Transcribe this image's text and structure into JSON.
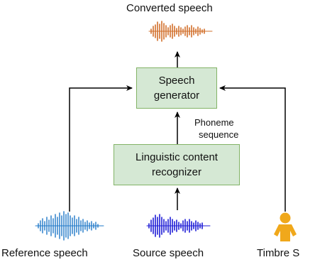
{
  "diagram": {
    "output_label": "Converted speech",
    "speech_generator": {
      "line1": "Speech",
      "line2": "generator"
    },
    "edge_label": {
      "line1": "Phoneme",
      "line2": "sequence"
    },
    "content_recognizer": {
      "line1": "Linguistic content",
      "line2": "recognizer"
    },
    "inputs": {
      "reference": "Reference speech",
      "source": "Source speech",
      "timbre": "Timbre S"
    },
    "colors": {
      "box_fill": "#d5e8d4",
      "box_border": "#82b366",
      "converted_wave": "#d2702b",
      "reference_wave": "#1f78c8",
      "source_wave": "#1d1bd6",
      "person_icon": "#f0a81b"
    }
  }
}
